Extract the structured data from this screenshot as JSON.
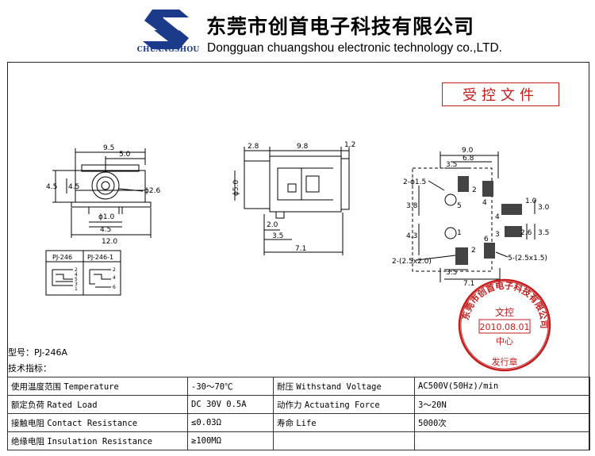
{
  "header": {
    "logo_text": "CHUANGSHOU",
    "company_cn": "东莞市创首电子科技有限公司",
    "company_en": "Dongguan chuangshou electronic technology co.,LTD."
  },
  "doc": {
    "controlled_label": "受控文件",
    "model": "型号：PJ-246A",
    "spec_title": "技术指标："
  },
  "drawings": {
    "front": {
      "dims": [
        "9.5",
        "5.0",
        "4.5",
        "4.5",
        "ϕ2.6",
        "ϕ1.0",
        "4.5",
        "12.0"
      ],
      "schematic_labels": [
        "PJ-246",
        "PJ-246-1"
      ],
      "pins_a": [
        "2",
        "4",
        "5",
        "3",
        "1"
      ],
      "pins_b": [
        "2",
        "4",
        "6"
      ]
    },
    "side": {
      "dims": [
        "2.8",
        "9.8",
        "1.2",
        "ϕ5.0",
        "2.0",
        "3.5",
        "7.1"
      ]
    },
    "pcb": {
      "dims": [
        "9.0",
        "6.8",
        "3.5",
        "2-ϕ1.5",
        "1.0",
        "3.8",
        "3.0",
        "2.6",
        "4.3",
        "3.5",
        "2-(2.5x2.0)",
        "5-(2.5x1.5)",
        "3.5",
        "7.1"
      ],
      "pins": [
        "2",
        "4",
        "5",
        "1",
        "4",
        "3",
        "2",
        "6"
      ]
    }
  },
  "specs": [
    [
      {
        "label": "使用温度范围",
        "en": "Temperature",
        "value": "-30～70℃"
      },
      {
        "label": "耐压",
        "en": "Withstand Voltage",
        "value": "AC500V(50Hz)/min"
      }
    ],
    [
      {
        "label": "额定负荷",
        "en": "Rated Load",
        "value": "DC 30V 0.5A"
      },
      {
        "label": "动作力",
        "en": "Actuating Force",
        "value": "3～20N"
      }
    ],
    [
      {
        "label": "接触电阻",
        "en": "Contact Resistance",
        "value": "≤0.03Ω"
      },
      {
        "label": "寿命",
        "en": "Life",
        "value": "5000次"
      }
    ],
    [
      {
        "label": "绝缘电阻",
        "en": "Insulation Resistance",
        "value": "≥100MΩ"
      },
      {
        "label": "",
        "en": "",
        "value": ""
      }
    ]
  ],
  "stamp": {
    "ring_text": "东莞市创首电子科技有限公司",
    "line1": "文控",
    "date": "2010.08.01",
    "line3": "中心",
    "bottom": "发行章"
  },
  "colors": {
    "stamp_red": "#c51c1c",
    "logo_blue": "#1b3a8a",
    "pad_fill": "#444444"
  }
}
